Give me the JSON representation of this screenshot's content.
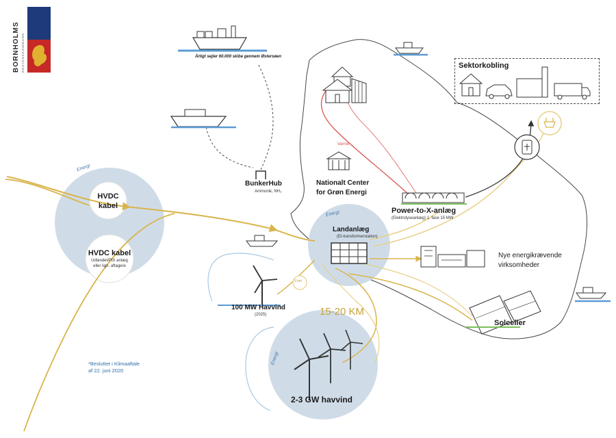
{
  "logo": {
    "name": "BORNHOLMS",
    "sub": "REGIONSKOMMUNE",
    "colors": {
      "blue": "#1f3a7a",
      "red": "#c62828",
      "gold": "#e0b030"
    }
  },
  "ship_caption": "Årligt sejler 60.000 skibe gennem Østersøen",
  "bunkerhub": {
    "title": "BunkerHub",
    "sub": "Ammonik, NH₃"
  },
  "national_center": {
    "line1": "Nationalt Center",
    "line2": "for Grøn Energi"
  },
  "varme_label": "Varme",
  "sektorkobling": "Sektorkobling",
  "ptx": {
    "title": "Power-to-X-anlæg",
    "sub": "(Elektrolyseanlæg) 1. fase 15 MW"
  },
  "landanlaeg": {
    "energi": "Energi",
    "title": "Landanlæg",
    "sub": "(El-transformerstation)"
  },
  "virksomheder": {
    "line1": "Nye energikrævende",
    "line2": "virksomheder"
  },
  "hvdc1": {
    "energi": "Energi",
    "line1": "HVDC",
    "line2": "kabel"
  },
  "hvdc2": {
    "line1": "HVDC kabel",
    "sub1": "Udlandet/PtX anlæg",
    "sub2": "eller lign. aftagere"
  },
  "havvind100": {
    "title": "100 MW Havvind",
    "sub": "(2025)",
    "km": "5 km"
  },
  "distance": "15-20 KM",
  "solceller": "Solceller",
  "footnote": {
    "line1": "*Besluttet i Klimaaftale",
    "line2": "af 22. juni 2020"
  },
  "gw": {
    "energi": "Energi",
    "title": "2-3 GW havvind"
  },
  "colors": {
    "circle": "#cfdce8",
    "cable": "#d9b44a",
    "cable_light": "#e8cf86",
    "heat": "#d9534f",
    "dark": "#333333",
    "water": "#7fb0d6",
    "label_blue": "#2f6fa8"
  }
}
